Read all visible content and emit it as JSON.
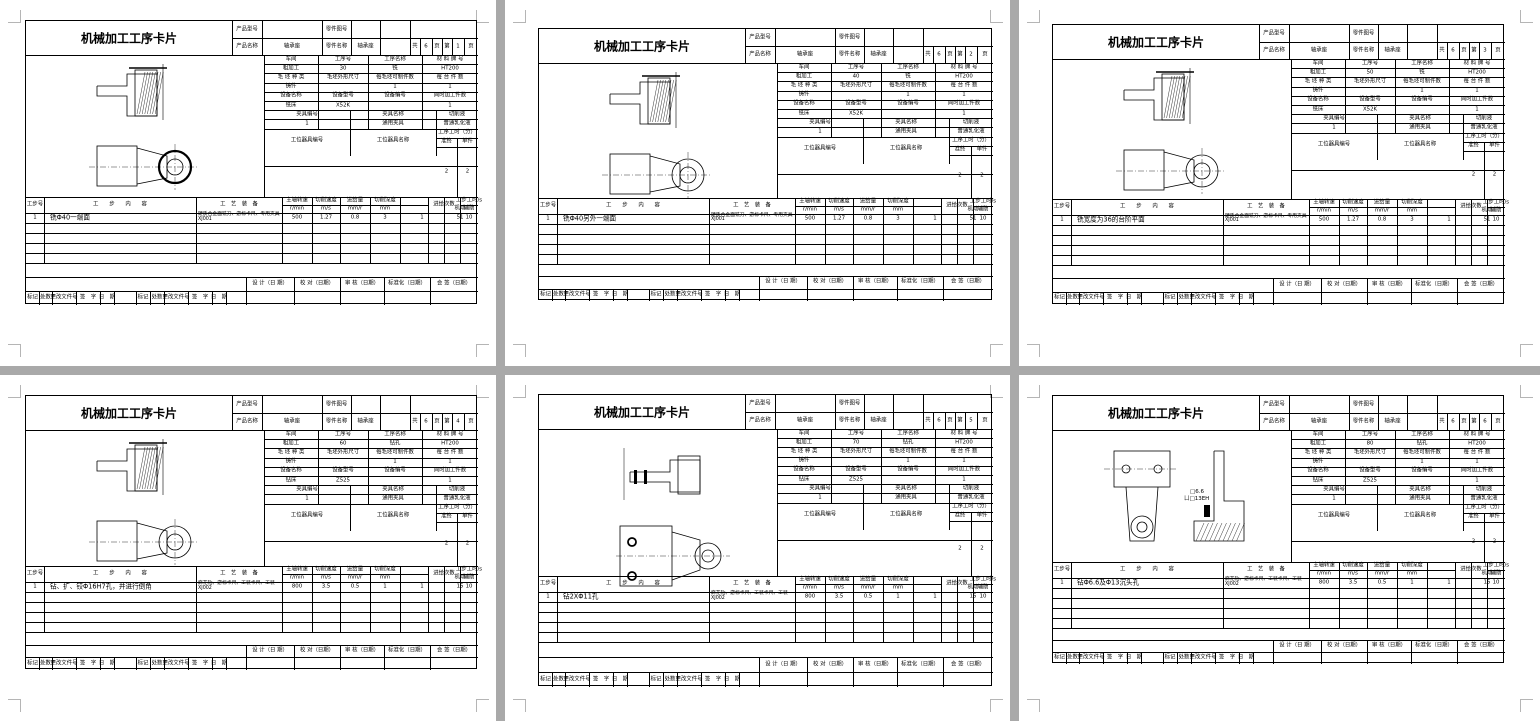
{
  "header": {
    "card_title": "机械加工工序卡片",
    "product_model_label": "产品型号",
    "part_drawing_no_label": "零件图号",
    "product_name_label": "产品名称",
    "product_name_value": "轴承座",
    "part_name_label": "零件名称",
    "part_name_value": "轴承座",
    "total_label": "共",
    "total_pages": "6",
    "page_unit": "页",
    "sheet_label": "第"
  },
  "info_labels": {
    "workshop": "车间",
    "op_no": "工序号",
    "op_name": "工序名称",
    "material": "材 料 牌 号",
    "blank_type": "毛 坯 种 类",
    "blank_size": "毛坯外形尺寸",
    "blanks_per": "每毛坯可制件数",
    "per_machine": "每 台 件 数",
    "equip_name": "设备名称",
    "equip_model": "设备型号",
    "equip_no": "设备编号",
    "simul_parts": "同时加工件数",
    "fixture_no": "夹具编号",
    "fixture_name": "夹具名称",
    "coolant": "切削液",
    "station_tool_no": "工位器具编号",
    "station_tool_name": "工位器具名称",
    "op_time": "工序工时（分）",
    "std_time": "准终",
    "unit_time": "单件"
  },
  "step_labels": {
    "step_no": "工步号",
    "step_content": "工　　步　　内　　容",
    "equipment": "工　艺　装　备",
    "spindle": "主轴转速",
    "spindle_unit": "r/min",
    "cut_speed": "切削速度",
    "speed_unit": "m/s",
    "feed": "进给量",
    "feed_unit": "mm/r",
    "depth": "切削深度",
    "depth_unit": "mm",
    "passes": "进给次数",
    "step_time": "工步工时/s",
    "machine_time": "机动",
    "aux_time": "辅助"
  },
  "footer_labels": {
    "design": "设 计（日 期）",
    "check": "校 对（日期）",
    "review": "审 核（日期）",
    "standard": "标准化（日期）",
    "countersign": "会 签（日期）",
    "mark": "标记",
    "count": "处数",
    "change_doc": "更改文件号",
    "sign": "签　字",
    "date": "日　期"
  },
  "common_values": {
    "workshop": "粗加工",
    "material": "HT200",
    "blank_type": "铸件",
    "blanks_per": "1",
    "per_machine": "1",
    "simul_parts": "1",
    "fixture_no": "1",
    "fixture_name": "通用夹具",
    "coolant": "普通乳化液",
    "std_time": "2",
    "unit_time": "2",
    "step_no": "1"
  },
  "cards": [
    {
      "page": "1",
      "op_no": "30",
      "op_name": "铣",
      "equip": "铣床",
      "equip_model": "X52K",
      "step": "铣Φ40一端面",
      "tools": "硬质合金面铣刀、游标卡尺、专用夹具 XJ001",
      "spindle": "500",
      "speed": "1.27",
      "feed": "0.8",
      "depth": "3",
      "passes": "1",
      "t_machine": "51",
      "t_aux": "10"
    },
    {
      "page": "2",
      "op_no": "40",
      "op_name": "铣",
      "equip": "铣床",
      "equip_model": "X52K",
      "step": "铣Φ40另外一端面",
      "tools": "硬质合金面铣刀、游标卡尺、专用夹具 XJ001",
      "spindle": "500",
      "speed": "1.27",
      "feed": "0.8",
      "depth": "3",
      "passes": "1",
      "t_machine": "51",
      "t_aux": "10"
    },
    {
      "page": "3",
      "op_no": "50",
      "op_name": "铣",
      "equip": "铣床",
      "equip_model": "X52K",
      "step": "铣宽度为36的台阶平面",
      "tools": "硬质合金面铣刀、游标卡尺、专用夹具 XJ001",
      "spindle": "500",
      "speed": "1.27",
      "feed": "0.8",
      "depth": "3",
      "passes": "1",
      "t_machine": "51",
      "t_aux": "10"
    },
    {
      "page": "4",
      "op_no": "60",
      "op_name": "钻孔",
      "equip": "钻床",
      "equip_model": "Z525",
      "step": "钻、扩、铰Φ16H7孔，并进行倒角",
      "tools": "麻花钻、游标卡尺、工装卡尺、工装 XJ002",
      "spindle": "800",
      "speed": "3.5",
      "feed": "0.5",
      "depth": "1",
      "passes": "1",
      "t_machine": "15",
      "t_aux": "10"
    },
    {
      "page": "5",
      "op_no": "70",
      "op_name": "钻孔",
      "equip": "钻床",
      "equip_model": "Z525",
      "step": "钻2XΦ11孔",
      "tools": "麻花钻、游标卡尺、工装卡尺、工装 XJ002",
      "spindle": "800",
      "speed": "3.5",
      "feed": "0.5",
      "depth": "1",
      "passes": "1",
      "t_machine": "15",
      "t_aux": "10"
    },
    {
      "page": "6",
      "op_no": "80",
      "op_name": "钻孔",
      "equip": "钻床",
      "equip_model": "Z525",
      "step": "钻Φ6.6及Φ13沉头孔",
      "tools": "麻花钻、游标卡尺、工装卡尺、工装 XJ002",
      "spindle": "800",
      "speed": "3.5",
      "feed": "0.5",
      "depth": "1",
      "passes": "1",
      "t_machine": "15",
      "t_aux": "10"
    }
  ],
  "drawing_annotations": {
    "counterbore_callout_1": "□6.6",
    "counterbore_callout_2": "ㄩ□13EH"
  }
}
